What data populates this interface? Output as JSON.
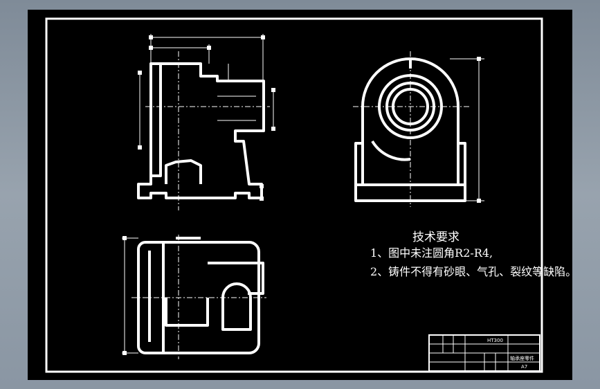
{
  "technical_requirements": {
    "title": "技术要求",
    "items": [
      "1、图中未注圆角R2-R4,",
      "2、铸件不得有砂眼、气孔、裂纹等缺陷。"
    ]
  },
  "title_block": {
    "material": "HT300",
    "part_name": "轴承座零件",
    "drawing_no": "A7"
  },
  "colors": {
    "background": "#000000",
    "lines": "#ffffff",
    "window": "#8c98a4"
  }
}
